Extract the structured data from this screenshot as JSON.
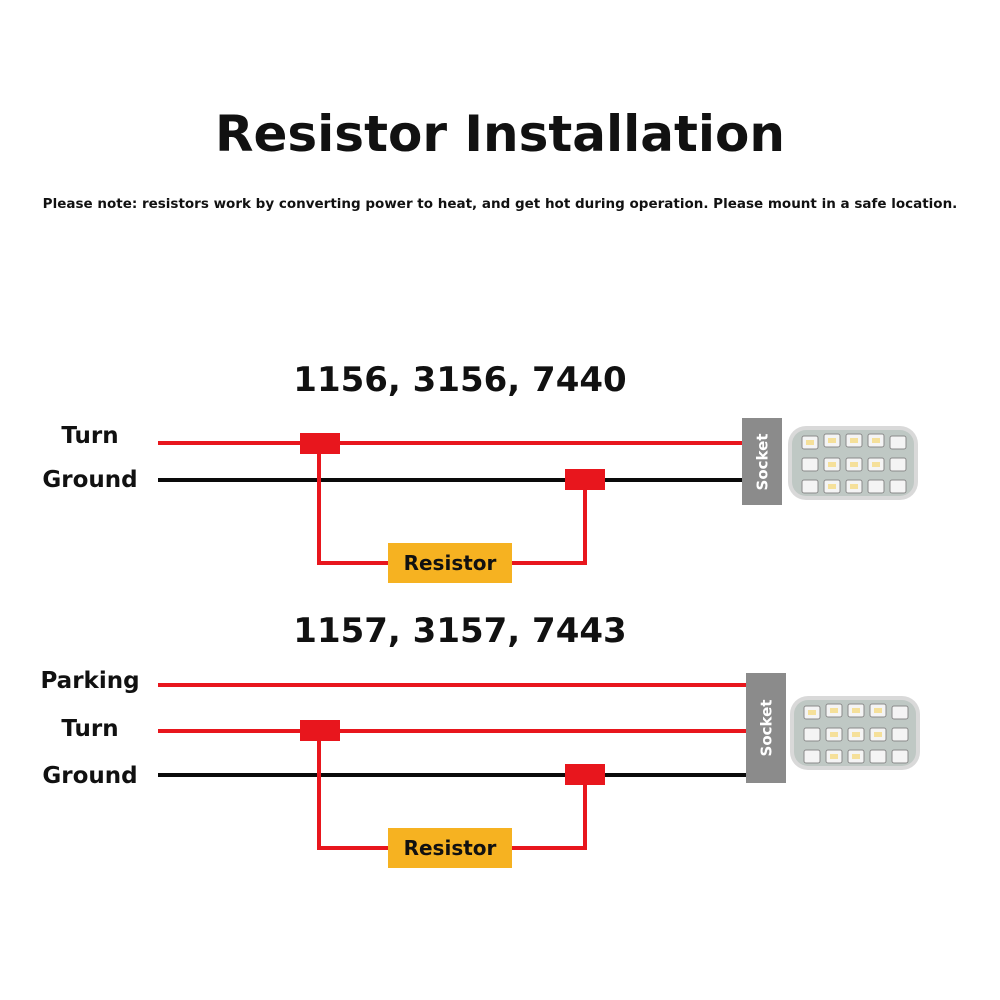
{
  "title": "Resistor Installation",
  "note": "Please note: resistors work by converting power to heat, and get hot during operation. Please mount in a safe location.",
  "diagram1": {
    "heading": "1156, 3156, 7440",
    "labels": {
      "turn": "Turn",
      "ground": "Ground"
    },
    "resistor": "Resistor",
    "socket": "Socket"
  },
  "diagram2": {
    "heading": "1157, 3157, 7443",
    "labels": {
      "parking": "Parking",
      "turn": "Turn",
      "ground": "Ground"
    },
    "resistor": "Resistor",
    "socket": "Socket"
  },
  "colors": {
    "positive_wire": "#e8161d",
    "ground_wire": "#0a0a0a",
    "resistor": "#f6b221",
    "socket": "#8b8b8b"
  }
}
